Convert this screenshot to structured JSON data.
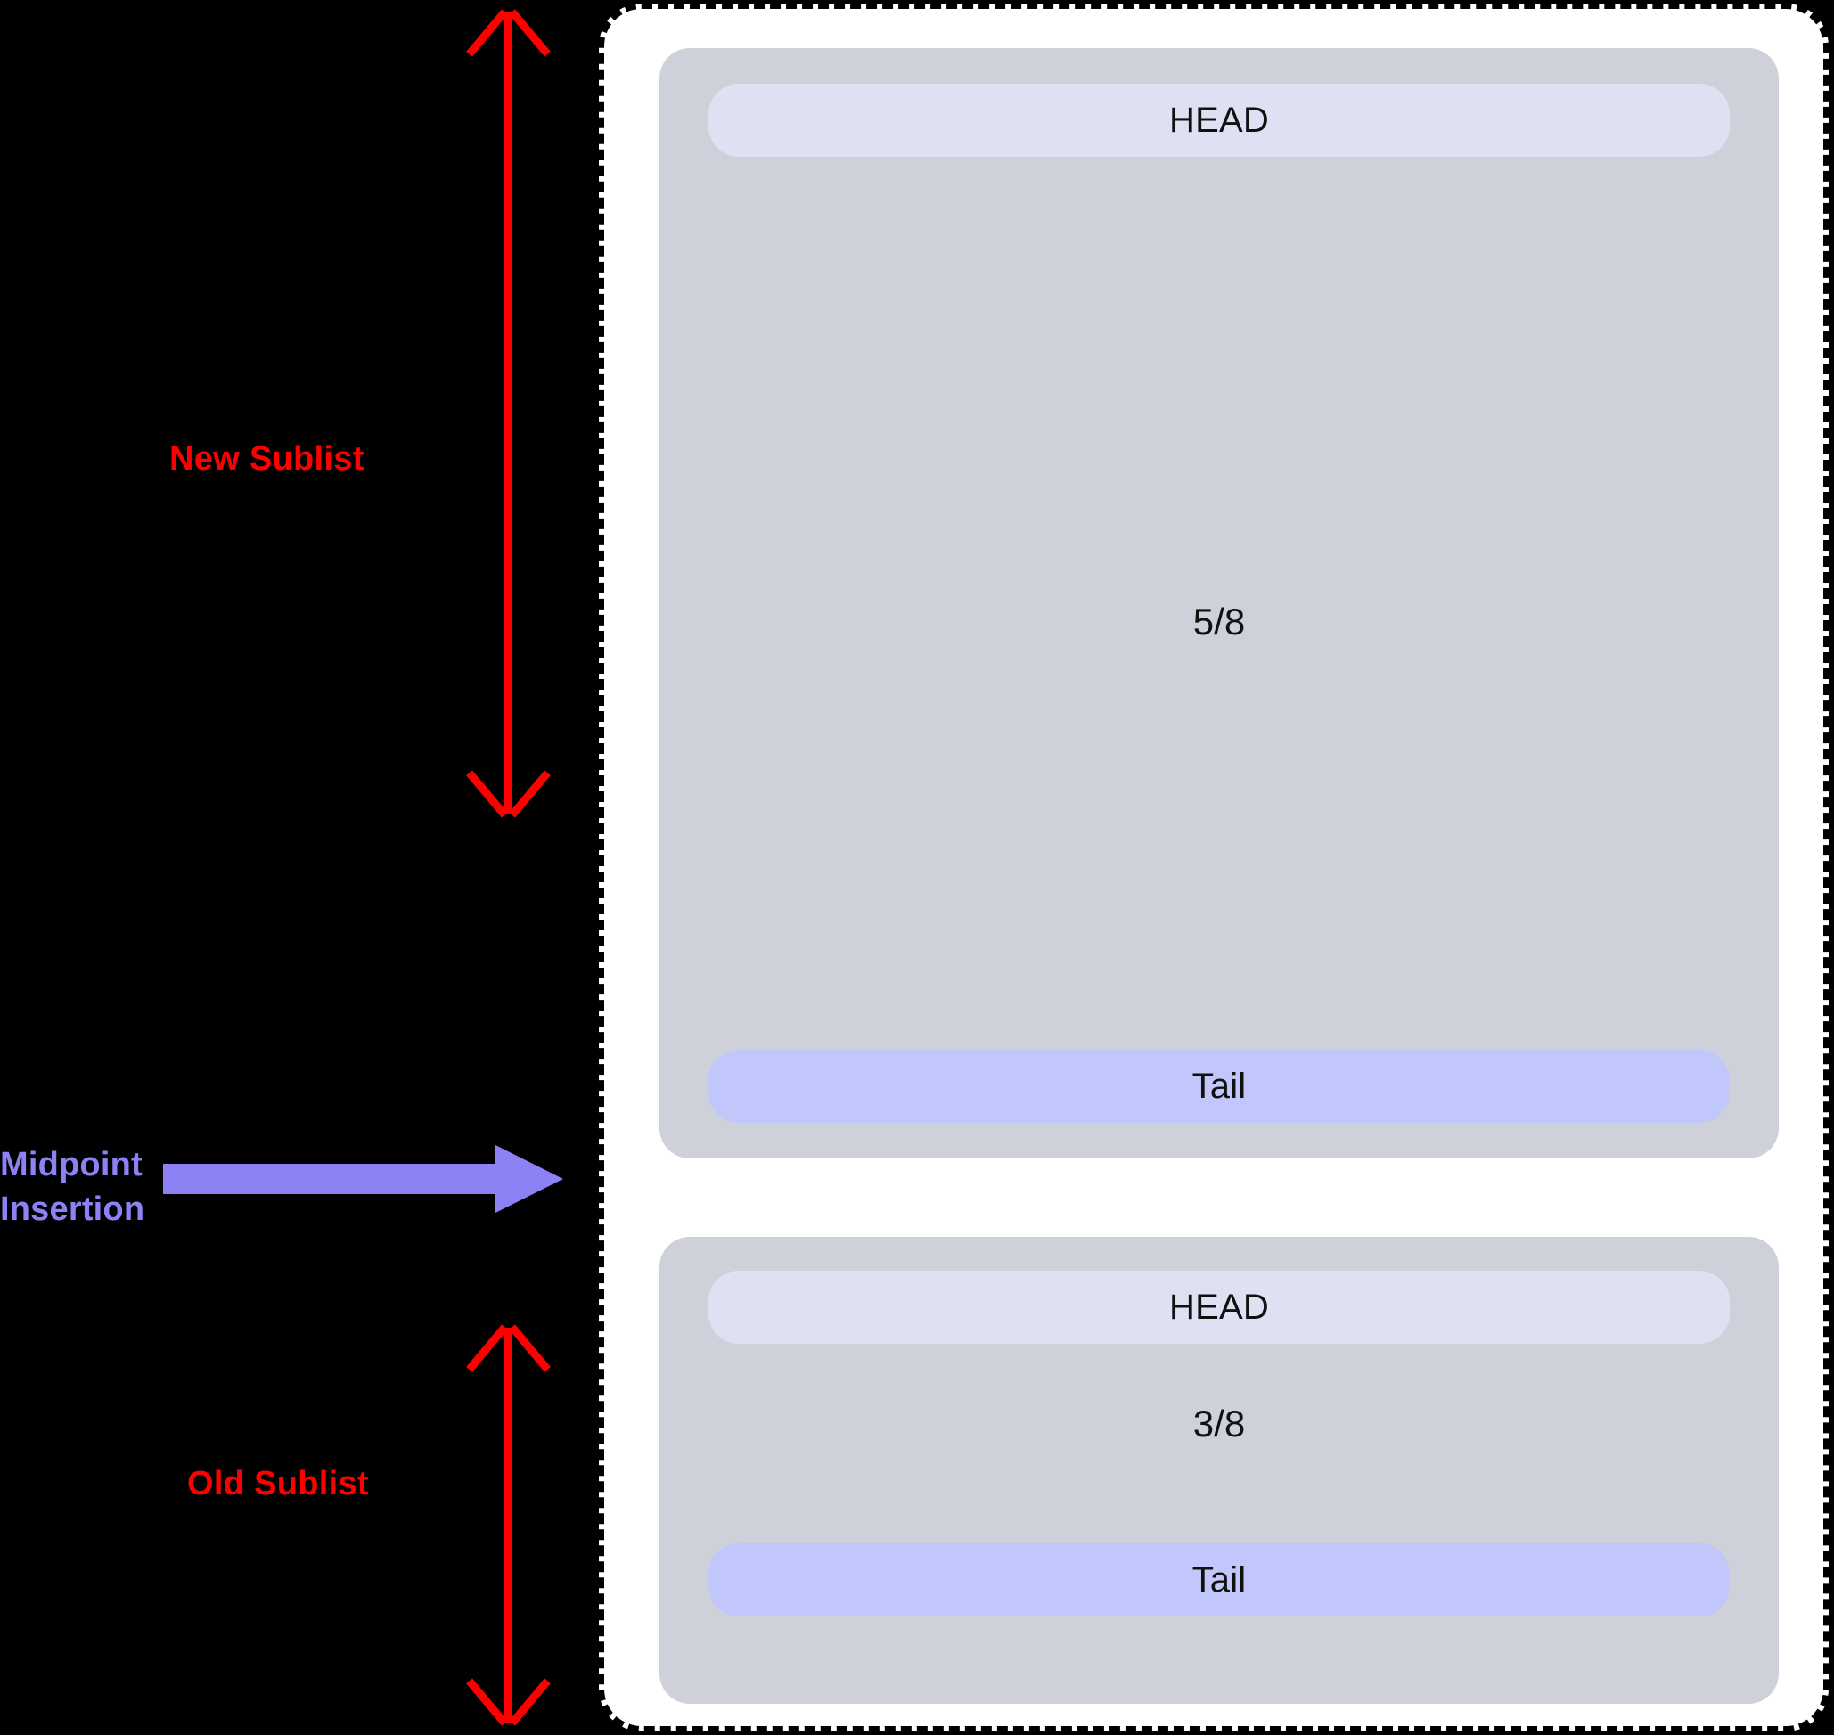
{
  "diagram": {
    "title": "Midpoint Insertion LRU Sublist Diagram",
    "background_color": "#000000",
    "panel_color": "#FFFFFF",
    "card_color": "#CED0DA",
    "head_color": "#DEE1F1",
    "tail_color": "#C2C7FB",
    "accent_red": "#FF0000",
    "accent_purple": "#8D82F5"
  },
  "annotations": {
    "new_sublist_label": "New Sublist",
    "old_sublist_label": "Old Sublist",
    "midpoint_label_line1": "Midpoint",
    "midpoint_label_line2": "Insertion"
  },
  "sublists": [
    {
      "id": "new-sublist",
      "head_label": "HEAD",
      "fraction": "5/8",
      "tail_label": "Tail"
    },
    {
      "id": "old-sublist",
      "head_label": "HEAD",
      "fraction": "3/8",
      "tail_label": "Tail"
    }
  ]
}
